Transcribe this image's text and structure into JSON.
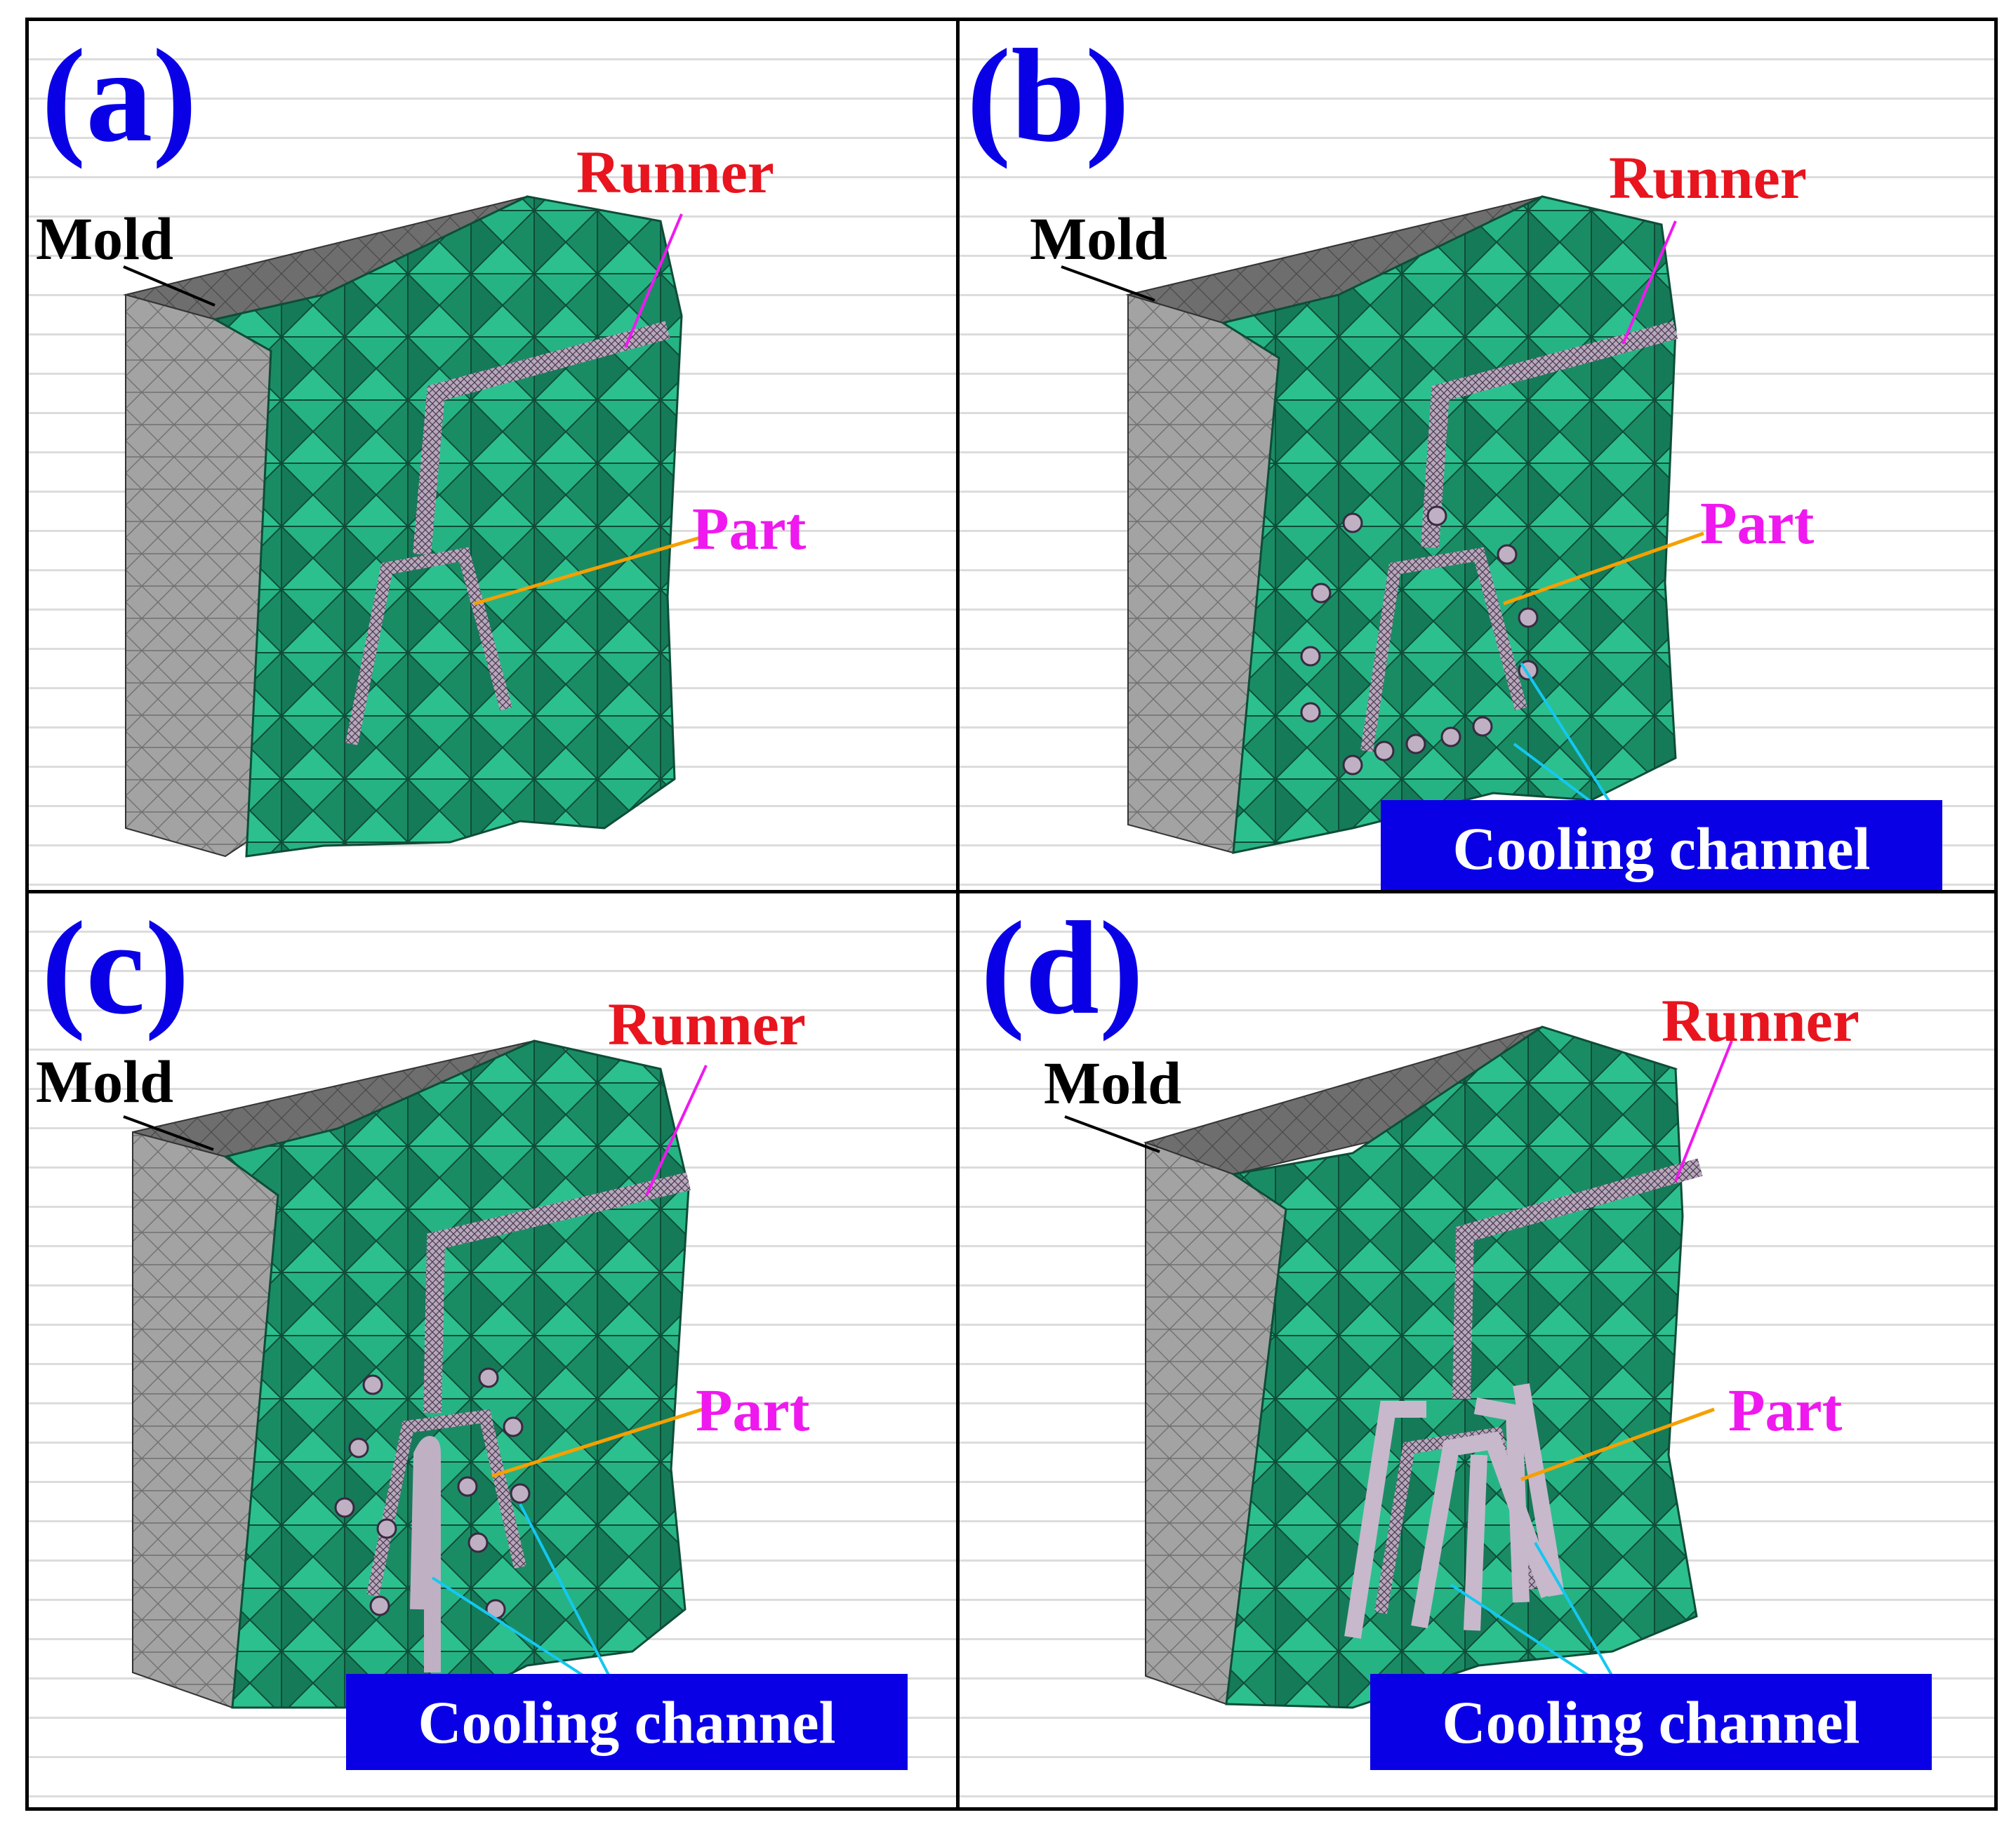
{
  "panels": [
    {
      "id": "a",
      "label": "(a)",
      "mold": "Mold",
      "runner": "Runner",
      "part": "Part",
      "cooling": ""
    },
    {
      "id": "b",
      "label": "(b)",
      "mold": "Mold",
      "runner": "Runner",
      "part": "Part",
      "cooling": "Cooling channel"
    },
    {
      "id": "c",
      "label": "(c)",
      "mold": "Mold",
      "runner": "Runner",
      "part": "Part",
      "cooling": "Cooling channel"
    },
    {
      "id": "d",
      "label": "(d)",
      "mold": "Mold",
      "runner": "Runner",
      "part": "Part",
      "cooling": "Cooling channel"
    }
  ],
  "colors": {
    "panel_label": "#0a00e6",
    "mold_face": "#9a9a9a",
    "mold_top": "#6b6b6b",
    "mesh_green": "#1f9e74",
    "runner_label": "#e8141e",
    "part_label": "#ef19ef",
    "runner_leader": "#ef19ef",
    "part_leader": "#f5a000",
    "cooling_leader": "#14c8f0",
    "cooling_box": "#0a00e6"
  }
}
